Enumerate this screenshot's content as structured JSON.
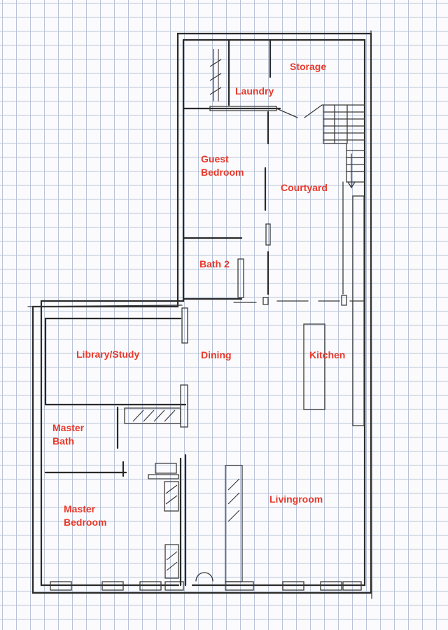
{
  "rooms": {
    "storage": "Storage",
    "laundry": "Laundry",
    "guest_bedroom": "Guest\nBedroom",
    "courtyard": "Courtyard",
    "bath_2": "Bath 2",
    "library_study": "Library/Study",
    "dining": "Dining",
    "kitchen": "Kitchen",
    "master_bath": "Master\nBath",
    "livingroom": "Livingroom",
    "master_bedroom": "Master\nBedroom"
  },
  "colors": {
    "label": "#e8392b",
    "grid": "#b9c3d8",
    "ink": "#2a2a2a",
    "paper": "#fbfbfd"
  },
  "icons": [
    "stair-arrow-icon",
    "door-swing-icon"
  ]
}
